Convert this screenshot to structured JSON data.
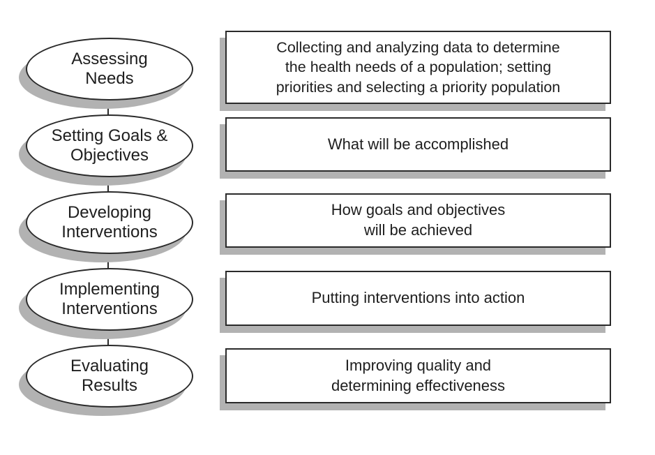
{
  "diagram": {
    "kind": "process-flow",
    "colors": {
      "border": "#2a2a2a",
      "shadow": "#b2b2b2",
      "text": "#1e1e1e",
      "background": "#ffffff"
    },
    "steps": [
      {
        "id": "assessing-needs",
        "label": "Assessing\nNeeds",
        "description": "Collecting and analyzing data to determine\nthe health needs of a population; setting\npriorities and selecting a priority population"
      },
      {
        "id": "setting-goals-objectives",
        "label": "Setting Goals &\nObjectives",
        "description": "What will be accomplished"
      },
      {
        "id": "developing-interventions",
        "label": "Developing\nInterventions",
        "description": "How goals and objectives\nwill be achieved"
      },
      {
        "id": "implementing-interventions",
        "label": "Implementing\nInterventions",
        "description": "Putting interventions into action"
      },
      {
        "id": "evaluating-results",
        "label": "Evaluating\nResults",
        "description": "Improving quality and\ndetermining effectiveness"
      }
    ]
  }
}
